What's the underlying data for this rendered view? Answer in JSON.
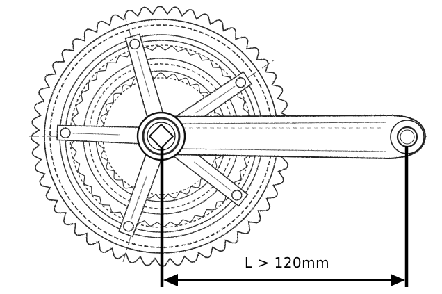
{
  "figure": {
    "dimension_label": "L > 120mm",
    "colors": {
      "ink": "#1a1a1a",
      "sketch": "#4a4a4a",
      "dimension": "#000000"
    },
    "parts": [
      "outer-chainring",
      "middle-chainring",
      "inner-chainring",
      "spider-arms",
      "bottom-bracket-axle",
      "crank-arm",
      "pedal-eye"
    ]
  }
}
